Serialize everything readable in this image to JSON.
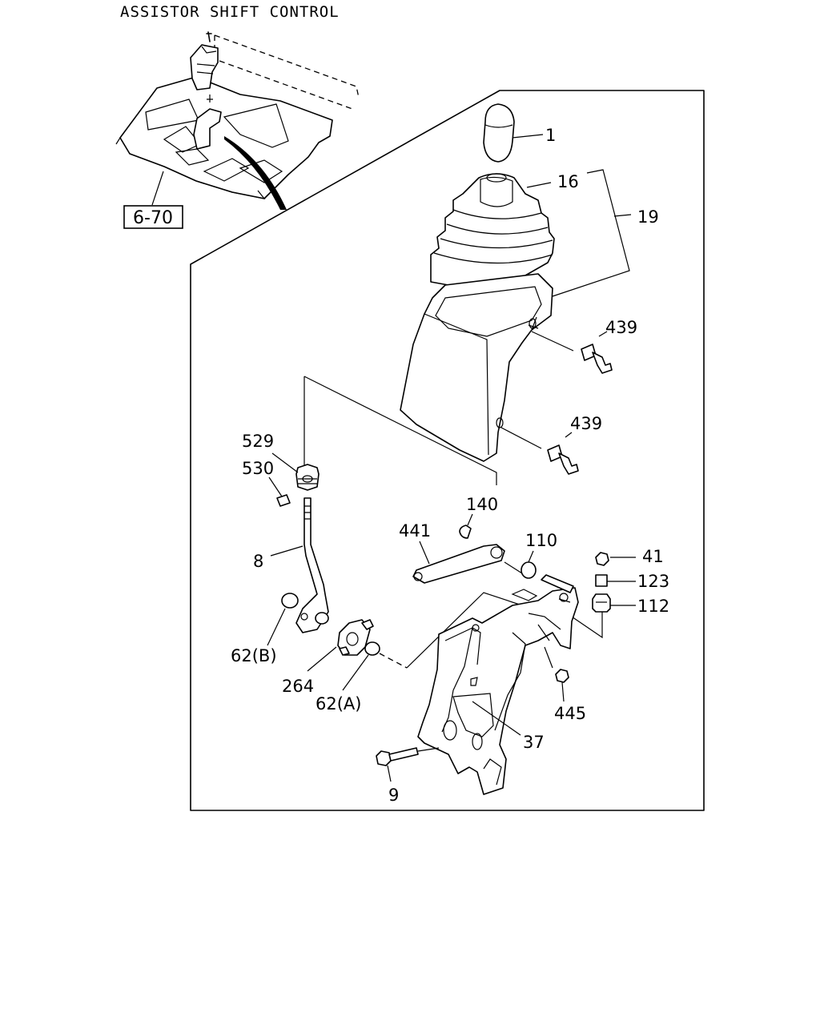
{
  "title": "ASSISTOR SHIFT CONTROL",
  "reference": "6-70",
  "callouts": {
    "c1": "1",
    "c16": "16",
    "c19": "19",
    "c439a": "439",
    "c439b": "439",
    "c529": "529",
    "c530": "530",
    "c140": "140",
    "c441": "441",
    "c110": "110",
    "c41": "41",
    "c123": "123",
    "c112": "112",
    "c8": "8",
    "c62b": "62(B)",
    "c264": "264",
    "c62a": "62(A)",
    "c445": "445",
    "c37": "37",
    "c9": "9"
  }
}
